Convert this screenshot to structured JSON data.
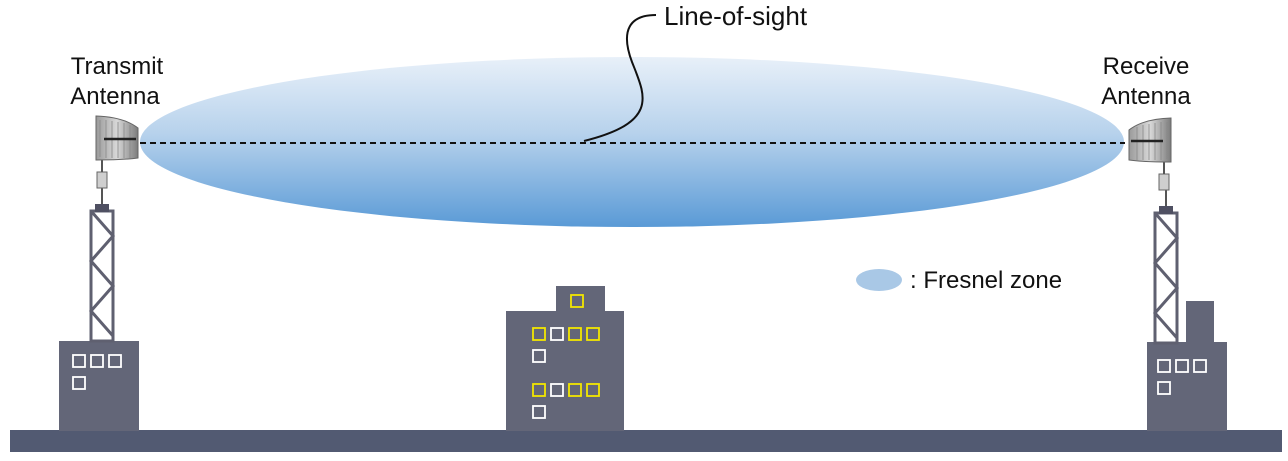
{
  "labels": {
    "line_of_sight": "Line-of-sight",
    "transmit_line1": "Transmit",
    "transmit_line2": "Antenna",
    "receive_line1": "Receive",
    "receive_line2": "Antenna",
    "legend": ": Fresnel zone"
  },
  "colors": {
    "ground": "#525a72",
    "building": "#636678",
    "zone_top": "#e6eef8",
    "zone_bottom": "#5a9ad6",
    "legend_swatch": "#a9c8e6",
    "window_lit": "#f2e600",
    "window_plain": "#ffffff"
  }
}
